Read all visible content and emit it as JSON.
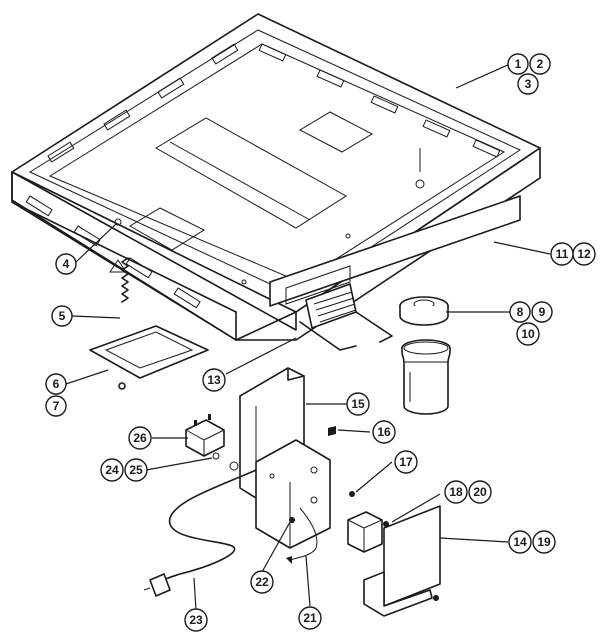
{
  "callouts": [
    {
      "id": "c1",
      "label": "1"
    },
    {
      "id": "c2",
      "label": "2"
    },
    {
      "id": "c3",
      "label": "3"
    },
    {
      "id": "c4",
      "label": "4"
    },
    {
      "id": "c5",
      "label": "5"
    },
    {
      "id": "c6",
      "label": "6"
    },
    {
      "id": "c7",
      "label": "7"
    },
    {
      "id": "c8",
      "label": "8"
    },
    {
      "id": "c9",
      "label": "9"
    },
    {
      "id": "c10",
      "label": "10"
    },
    {
      "id": "c11",
      "label": "11"
    },
    {
      "id": "c12",
      "label": "12"
    },
    {
      "id": "c13",
      "label": "13"
    },
    {
      "id": "c14",
      "label": "14"
    },
    {
      "id": "c15",
      "label": "15"
    },
    {
      "id": "c16",
      "label": "16"
    },
    {
      "id": "c17",
      "label": "17"
    },
    {
      "id": "c18",
      "label": "18"
    },
    {
      "id": "c19",
      "label": "19"
    },
    {
      "id": "c20",
      "label": "20"
    },
    {
      "id": "c21",
      "label": "21"
    },
    {
      "id": "c22",
      "label": "22"
    },
    {
      "id": "c23",
      "label": "23"
    },
    {
      "id": "c24",
      "label": "24"
    },
    {
      "id": "c25",
      "label": "25"
    },
    {
      "id": "c26",
      "label": "26"
    }
  ]
}
